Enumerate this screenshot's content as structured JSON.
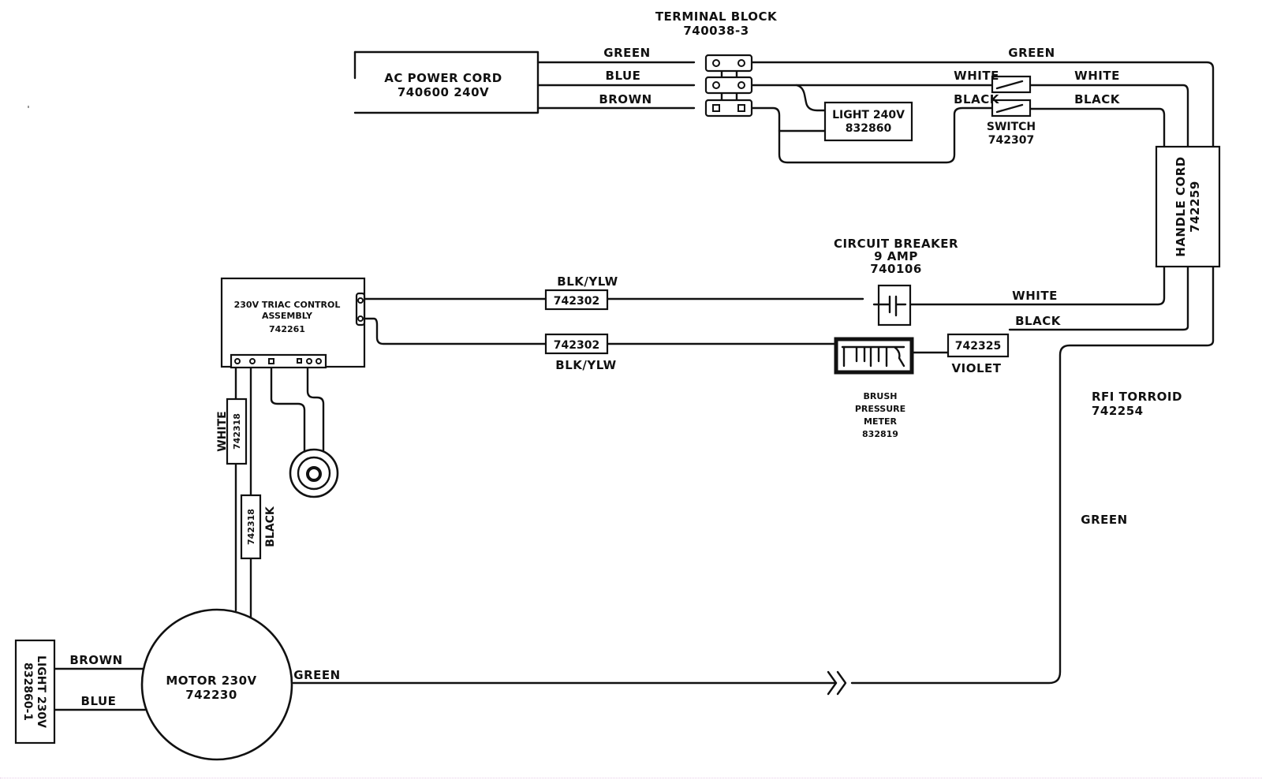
{
  "diagram": {
    "title": "Wiring schematic",
    "components": {
      "ac_power_cord": {
        "name": "AC POWER CORD",
        "part": "740600   240V"
      },
      "terminal_block": {
        "name": "TERMINAL BLOCK",
        "part": "740038-3"
      },
      "light_240": {
        "name": "LIGHT  240V",
        "part": "832860"
      },
      "switch": {
        "name": "SWITCH",
        "part": "742307"
      },
      "handle_cord": {
        "name": "HANDLE  CORD",
        "part": "742259"
      },
      "circuit_breaker": {
        "name": "CIRCUIT  BREAKER",
        "rating": "9  AMP",
        "part": "740106"
      },
      "triac_control": {
        "name": "230V  TRIAC  CONTROL",
        "name2": "ASSEMBLY",
        "part": "742261"
      },
      "connector_upper": {
        "part": "742302"
      },
      "connector_lower": {
        "part": "742302"
      },
      "brush_meter": {
        "line1": "BRUSH",
        "line2": "PRESSURE",
        "line3": "METER",
        "part": "832819"
      },
      "violet_connector": {
        "part": "742325"
      },
      "rfi_toroid": {
        "name": "RFI  TORROID",
        "part": "742254"
      },
      "white_connector": {
        "part": "742318"
      },
      "black_connector": {
        "part": "742318"
      },
      "motor": {
        "name": "MOTOR  230V",
        "part": "742230"
      },
      "light_230": {
        "name": "LIGHT  230V",
        "part": "832860-1"
      }
    },
    "wire_labels": {
      "cord_green": "GREEN",
      "cord_blue": "BLUE",
      "cord_brown": "BROWN",
      "top_green": "GREEN",
      "switch_white_in": "WHITE",
      "switch_black_in": "BLACK",
      "switch_white_out": "WHITE",
      "switch_black_out": "BLACK",
      "blk_ylw_upper": "BLK/YLW",
      "blk_ylw_lower": "BLK/YLW",
      "breaker_white": "WHITE",
      "meter_black": "BLACK",
      "violet": "VIOLET",
      "motor_white": "WHITE",
      "motor_black": "BLACK",
      "light_brown": "BROWN",
      "light_blue": "BLUE",
      "motor_green": "GREEN",
      "ground_green": "GREEN"
    }
  }
}
